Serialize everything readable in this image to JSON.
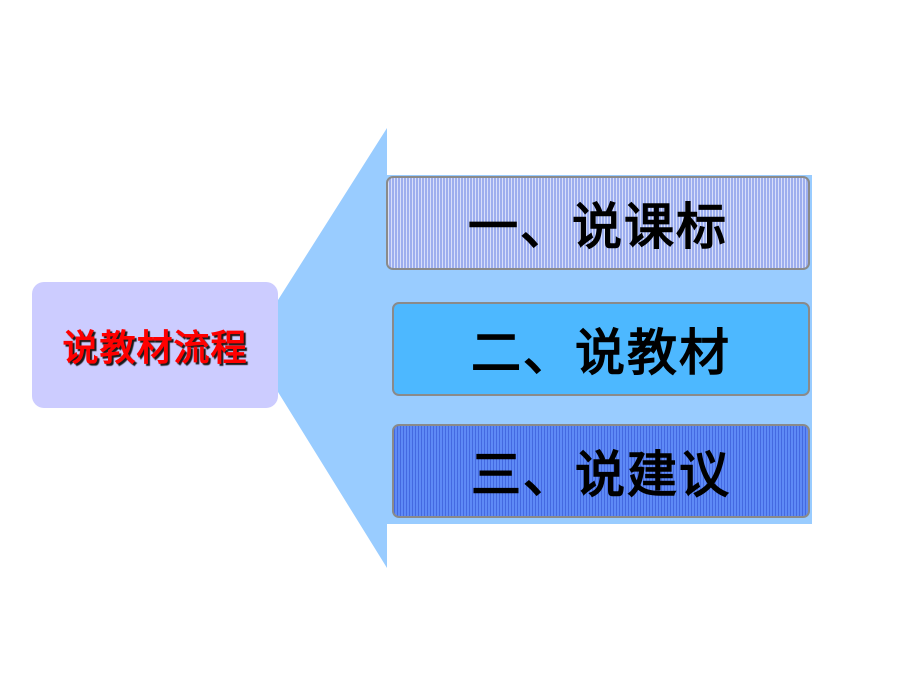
{
  "diagram": {
    "title": "说教材流程",
    "steps": [
      {
        "label": "一、说课标"
      },
      {
        "label": "二、说教材"
      },
      {
        "label": "三、说建议"
      }
    ]
  },
  "colors": {
    "title_box_fill": "#ccccff",
    "title_text": "#ff0000",
    "arrow_fill": "#99ccff",
    "step1_fill": "#a9b9f4",
    "step2_fill": "#4db8ff",
    "step3_fill": "#5a86f5",
    "step_border": "#8a8a8a"
  }
}
